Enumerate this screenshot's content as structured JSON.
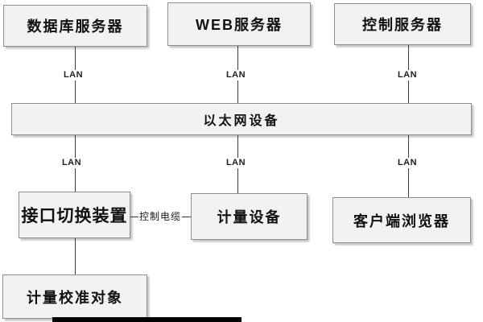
{
  "diagram": {
    "title": "network-metering-architecture",
    "nodes": [
      {
        "id": "db-server",
        "label": "数据库服务器"
      },
      {
        "id": "web-server",
        "label": "WEB服务器"
      },
      {
        "id": "control-server",
        "label": "控制服务器"
      },
      {
        "id": "ethernet",
        "label": "以太网设备"
      },
      {
        "id": "interface-switch",
        "label": "接口切换装置"
      },
      {
        "id": "metering-device",
        "label": "计量设备"
      },
      {
        "id": "client-browser",
        "label": "客户端浏览器"
      },
      {
        "id": "calibration-object",
        "label": "计量校准对象"
      }
    ],
    "lan_labels": [
      "LAN",
      "LAN",
      "LAN",
      "LAN",
      "LAN",
      "LAN"
    ],
    "cable_label": "控制电缆",
    "colors": {
      "background": "#ffffff",
      "box_fill": "#f2f2f0",
      "box_border": "#8f8f8f",
      "line": "#3c3c3c",
      "text": "#111111",
      "bottom_bar": "#000000"
    }
  }
}
